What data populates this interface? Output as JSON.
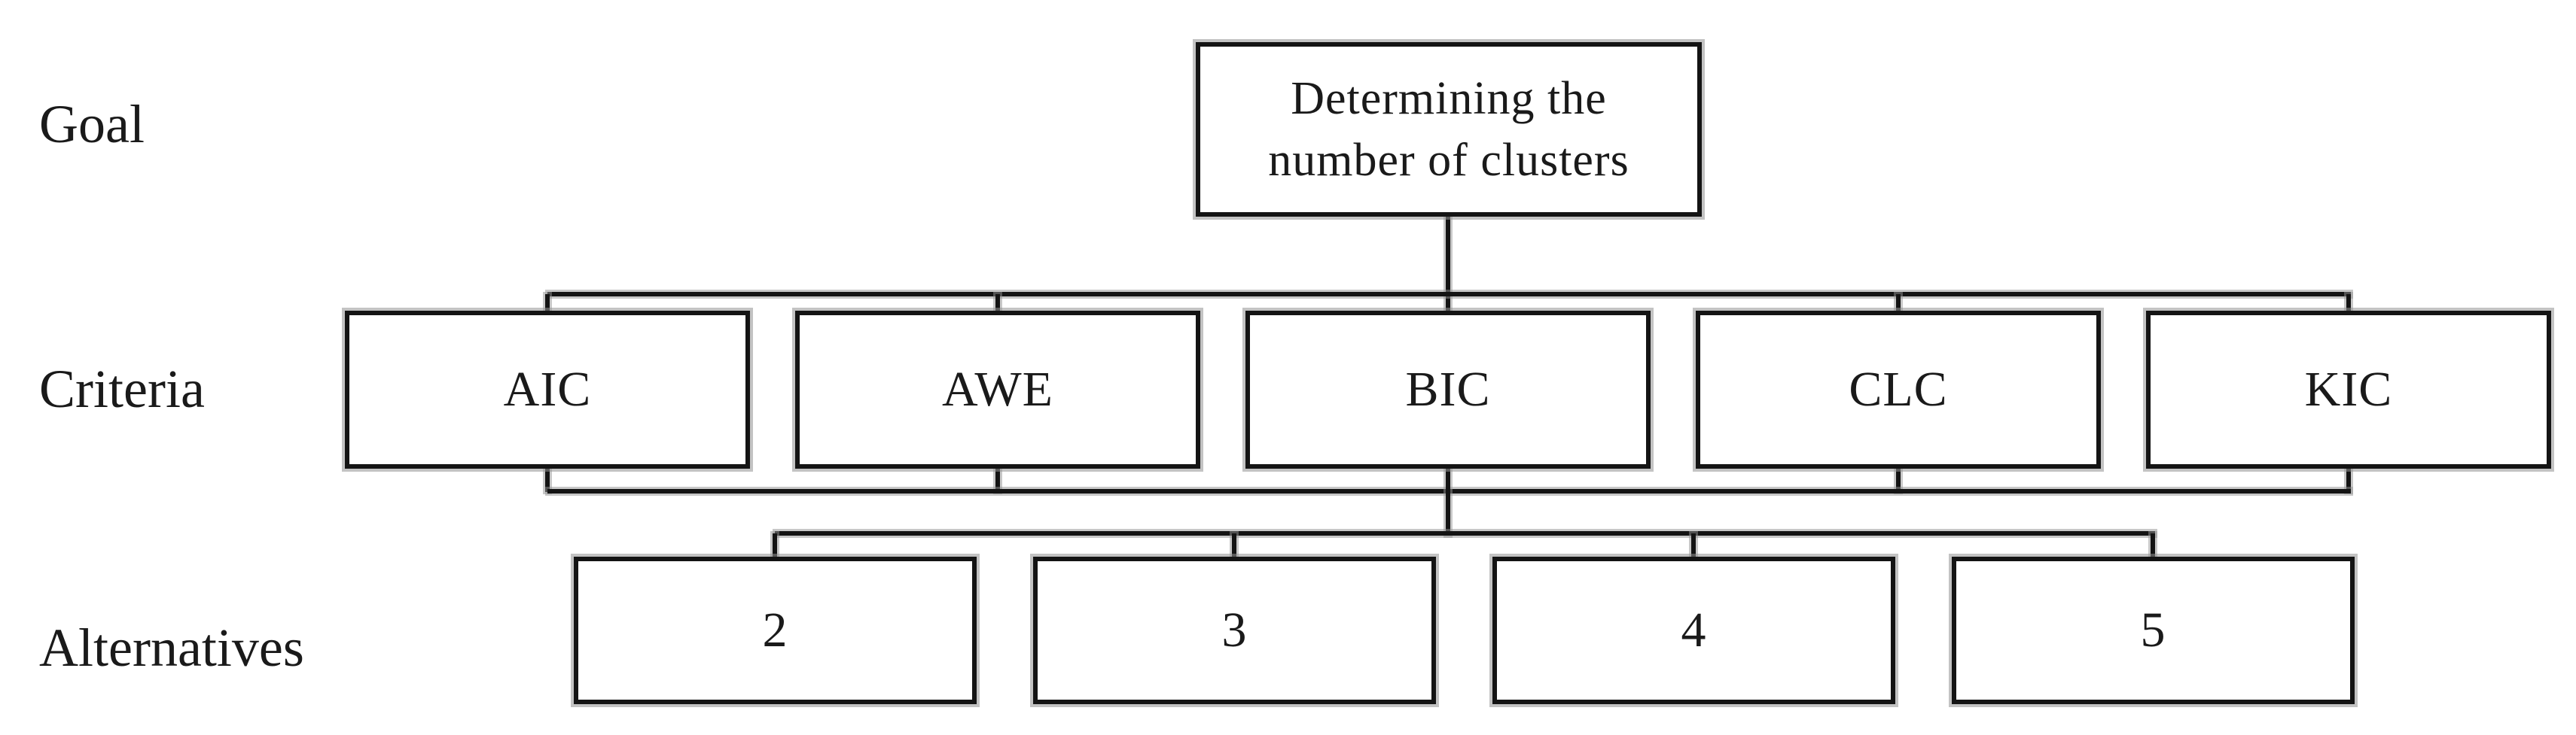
{
  "labels": {
    "goal": "Goal",
    "criteria": "Criteria",
    "alternatives": "Alternatives"
  },
  "goal": {
    "line1": "Determining the",
    "line2": "number of clusters"
  },
  "criteria": {
    "items": [
      {
        "label": "AIC"
      },
      {
        "label": "AWE"
      },
      {
        "label": "BIC"
      },
      {
        "label": "CLC"
      },
      {
        "label": "KIC"
      }
    ]
  },
  "alternatives": {
    "items": [
      {
        "label": "2"
      },
      {
        "label": "3"
      },
      {
        "label": "4"
      },
      {
        "label": "5"
      }
    ]
  },
  "colors": {
    "line": "#141414",
    "shadow": "#919191",
    "background": "#ffffff",
    "text": "#1a1a1a"
  }
}
